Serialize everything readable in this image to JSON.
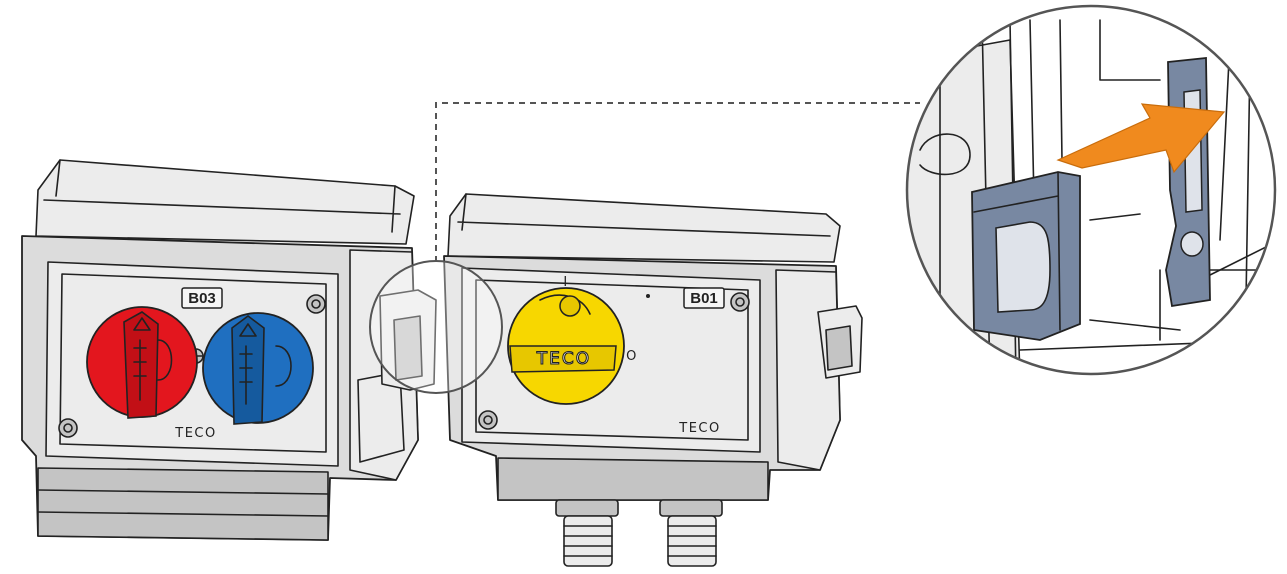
{
  "colors": {
    "background": "#ffffff",
    "housing": "#dcdcdc",
    "outline": "#222222",
    "switch_red": "#e3161e",
    "switch_blue": "#1f6fc0",
    "switch_yellow": "#f7d700",
    "clip_highlight": "#7888a2",
    "arrow": "#f08a1e"
  },
  "left_unit": {
    "label": "B03",
    "brand": "TECO",
    "switches": [
      "red",
      "blue"
    ]
  },
  "right_unit": {
    "label": "B01",
    "brand": "TECO",
    "knob_brand": "TECO",
    "position_marks": [
      "I",
      "O"
    ],
    "glands": 2
  },
  "detail": {
    "shape": "circle",
    "callout": "dashed-line",
    "arrow_direction": "up-right",
    "highlighted_part": "mounting-clip"
  }
}
